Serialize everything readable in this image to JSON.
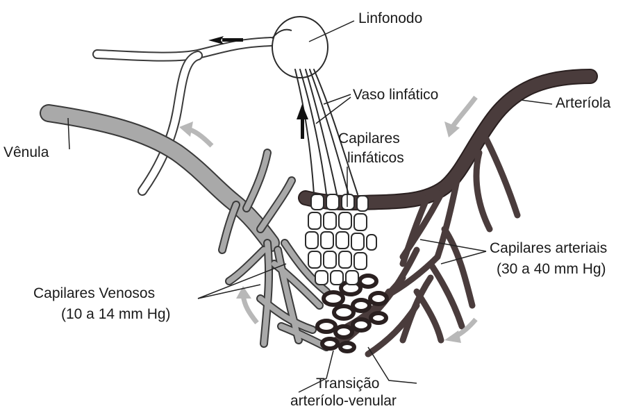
{
  "labels": {
    "linfonodo": "Linfonodo",
    "vaso_linfatico": "Vaso linfático",
    "arteriola": "Arteríola",
    "venula": "Vênula",
    "capilares_linfaticos_1": "Capilares",
    "capilares_linfaticos_2": "linfáticos",
    "capilares_arteriais_1": "Capilares arteriais",
    "capilares_arteriais_2": "(30 a 40 mm Hg)",
    "capilares_venosos_1": "Capilares Venosos",
    "capilares_venosos_2": "(10 a 14 mm Hg)",
    "transicao_1": "Transição",
    "transicao_2": "arteríolo-venular"
  },
  "colors": {
    "arterial": "#4a3c3c",
    "venous": "#a9a9a9",
    "lymph_outline": "#3a3a3a",
    "flow_arrow": "#b8b8b8"
  }
}
